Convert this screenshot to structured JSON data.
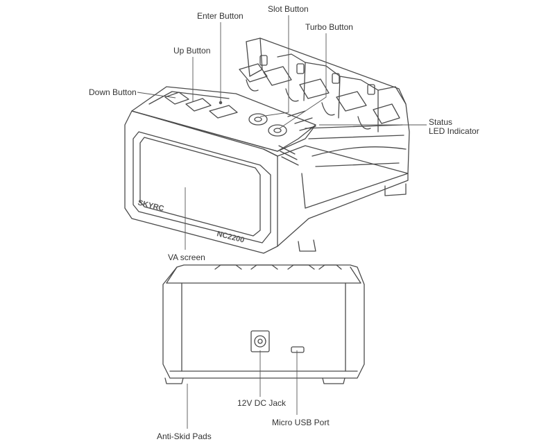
{
  "callouts": {
    "enter_button": "Enter Button",
    "slot_button": "Slot Button",
    "turbo_button": "Turbo Button",
    "up_button": "Up Button",
    "down_button": "Down Button",
    "status_led_line1": "Status",
    "status_led_line2": "LED Indicator",
    "va_screen": "VA screen",
    "dc_jack": "12V DC Jack",
    "micro_usb": "Micro USB Port",
    "anti_skid": "Anti-Skid Pads"
  },
  "device": {
    "brand": "SKYRC",
    "model": "NC2200"
  },
  "colors": {
    "outline": "#4a4a4a",
    "leader": "#555555",
    "label": "#333333"
  }
}
